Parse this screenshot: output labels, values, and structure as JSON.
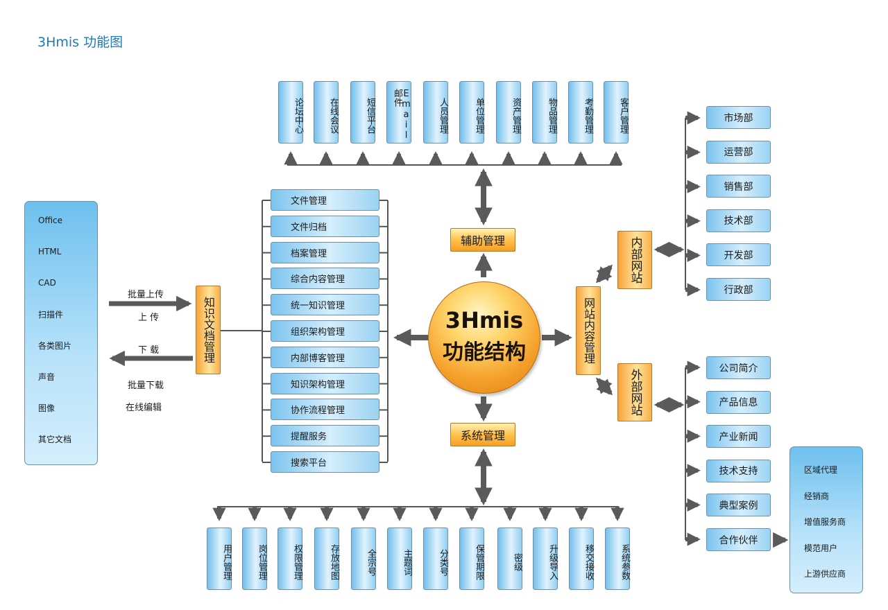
{
  "title": "3Hmis 功能图",
  "center": {
    "line1": "3Hmis",
    "line2": "功能结构"
  },
  "hubs": {
    "aux": "辅助管理",
    "sys": "系统管理",
    "knowledge": "知识文档管理",
    "website": "网站内容管理",
    "internal_site": "内部网站",
    "external_site": "外部网站"
  },
  "top_modules": [
    "论坛中心",
    "在线会议",
    "短信平台",
    "Email邮件",
    "人员管理",
    "单位管理",
    "资产管理",
    "物品管理",
    "考勤管理",
    "客户管理"
  ],
  "bottom_modules": [
    "用户管理",
    "岗位管理",
    "权限管理",
    "存放地图",
    "全宗号",
    "主题词",
    "分类号",
    "保管期限",
    "密级",
    "升级导入",
    "移交接收",
    "系统参数"
  ],
  "doc_modules": [
    "文件管理",
    "文件归档",
    "档案管理",
    "综合内容管理",
    "统一知识管理",
    "组织架构管理",
    "内部博客管理",
    "知识架构管理",
    "协作流程管理",
    "提醒服务",
    "搜索平台"
  ],
  "file_types": [
    "Office",
    "HTML",
    "CAD",
    "扫描件",
    "各类图片",
    "声音",
    "图像",
    "其它文档"
  ],
  "transfer": {
    "batch_upload": "批量上传",
    "upload": "上 传",
    "download": "下 载",
    "batch_download": "批量下载",
    "online_edit": "在线编辑"
  },
  "internal_depts": [
    "市场部",
    "运营部",
    "销售部",
    "技术部",
    "开发部",
    "行政部"
  ],
  "external_sections": [
    "公司简介",
    "产品信息",
    "产业新闻",
    "技术支持",
    "典型案例",
    "合作伙伴"
  ],
  "partners": [
    "区域代理",
    "经销商",
    "增值服务商",
    "模范用户",
    "上游供应商"
  ],
  "colors": {
    "title": "#1f7ab8",
    "arrow": "#5a5a5a",
    "line": "#555555",
    "orange": "#f7b23a",
    "blue": "#8fd0f2"
  }
}
